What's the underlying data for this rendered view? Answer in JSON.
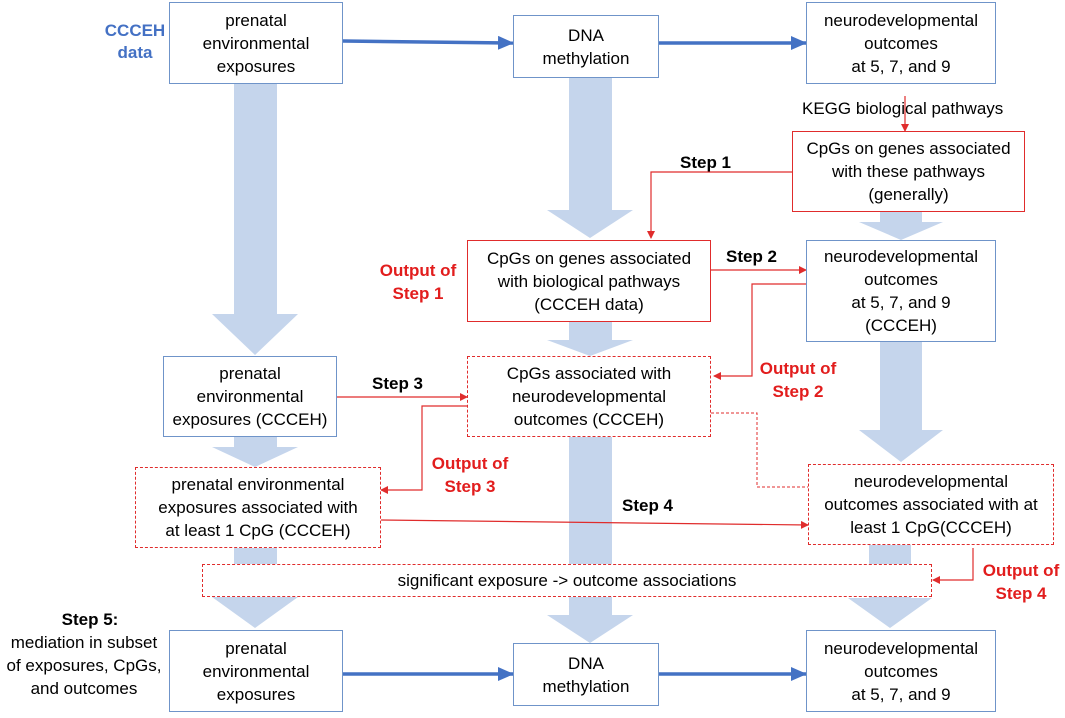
{
  "colors": {
    "box_border_blue": "#6f94c9",
    "box_border_red": "#e02c2c",
    "flow_arrow_blue": "#4472c4",
    "wide_arrow_fill": "#c5d5ec",
    "step_arrow_red": "#e02c2c",
    "output_text_red": "#e21d1d",
    "source_label_blue": "#4471c4"
  },
  "source_label": "CCCEH\ndata",
  "boxes": {
    "top_exposures": "prenatal\nenvironmental\nexposures",
    "top_methylation": "DNA\nmethylation",
    "top_outcomes": "neurodevelopmental\noutcomes\nat 5, 7, and 9",
    "pathway_cpgs_general": "CpGs on genes associated\nwith these pathways\n(generally)",
    "pathway_cpgs_ccceh": "CpGs on genes associated\nwith biological pathways\n(CCCEH data)",
    "outcomes_ccceh": "neurodevelopmental\noutcomes\nat 5, 7, and 9\n(CCCEH)",
    "exposures_ccceh": "prenatal\nenvironmental\nexposures (CCCEH)",
    "cpgs_assoc_outcomes": "CpGs associated with\nneurodevelopmental\noutcomes (CCCEH)",
    "exposures_assoc_cpg": "prenatal environmental\nexposures associated with\nat least 1 CpG (CCCEH)",
    "outcomes_assoc_cpg": "neurodevelopmental\noutcomes associated with at\nleast 1 CpG(CCCEH)",
    "significant_assoc": "significant exposure -> outcome associations",
    "bottom_exposures": "prenatal\nenvironmental\nexposures",
    "bottom_methylation": "DNA\nmethylation",
    "bottom_outcomes": "neurodevelopmental\noutcomes\nat 5, 7, and 9"
  },
  "labels": {
    "kegg": "KEGG biological pathways",
    "step1": "Step 1",
    "step2": "Step 2",
    "step3": "Step 3",
    "step4": "Step 4",
    "step5_title": "Step 5:",
    "step5_text": "mediation in subset\nof exposures, CpGs,\nand outcomes",
    "output1": "Output of\nStep 1",
    "output2": "Output of\nStep 2",
    "output3": "Output of\nStep 3",
    "output4": "Output of\nStep 4"
  }
}
